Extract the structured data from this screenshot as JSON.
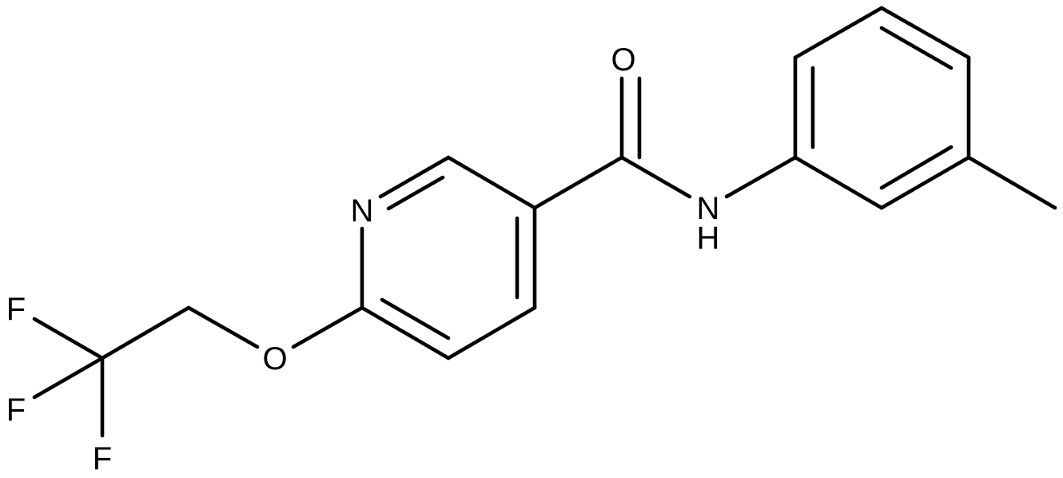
{
  "molecule": {
    "atoms": {
      "oxygen_carbonyl": "O",
      "nitrogen_amide": "N",
      "hydrogen_amide": "H",
      "nitrogen_pyridine": "N",
      "oxygen_ether": "O",
      "fluorine_1": "F",
      "fluorine_2": "F",
      "fluorine_3": "F"
    }
  },
  "colors": {
    "bond": "#000000",
    "label": "#000000",
    "background": "#ffffff"
  }
}
